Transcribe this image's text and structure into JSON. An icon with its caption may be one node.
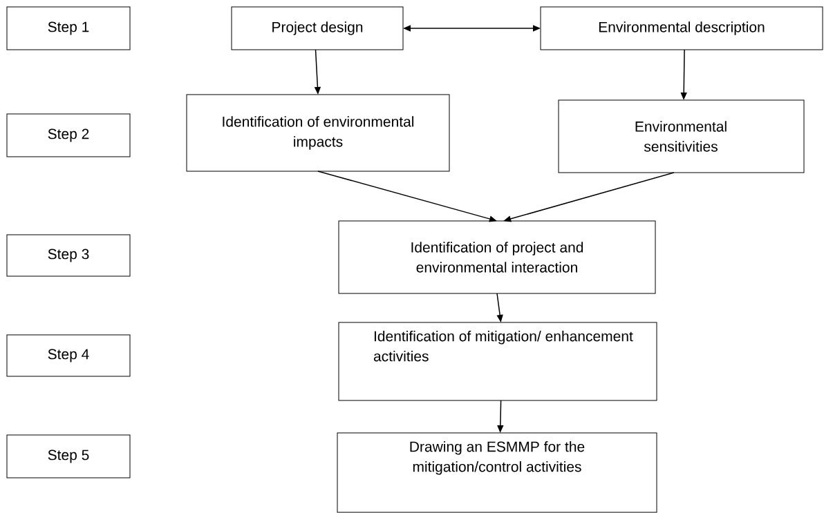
{
  "diagram": {
    "nodes": [
      {
        "text": [
          "Step 1"
        ]
      },
      {
        "text": [
          "Project design"
        ]
      },
      {
        "text": [
          "Environmental description"
        ]
      },
      {
        "text": [
          "Step 2"
        ]
      },
      {
        "text": [
          "Identification of environmental impacts"
        ]
      },
      {
        "text": [
          "Environmental sensitivities"
        ]
      },
      {
        "text": [
          "Step 3"
        ]
      },
      {
        "text": [
          "Identification of project and environmental interaction"
        ]
      },
      {
        "text": [
          "Step 4"
        ]
      },
      {
        "text": [
          "Identification of mitigation/ enhancement activities"
        ]
      },
      {
        "text": [
          "Step 5"
        ]
      },
      {
        "text": [
          "Drawing an ESMMP for the mitigation/control activities"
        ]
      }
    ],
    "edges": [
      {
        "from": 1,
        "to": 2,
        "arrow": "both"
      },
      {
        "from": 1,
        "to": 4,
        "arrow": "to"
      },
      {
        "from": 2,
        "to": 5,
        "arrow": "to"
      },
      {
        "from": 4,
        "to": 7,
        "arrow": "to"
      },
      {
        "from": 5,
        "to": 7,
        "arrow": "to"
      },
      {
        "from": 7,
        "to": 9,
        "arrow": "to"
      },
      {
        "from": 9,
        "to": 11,
        "arrow": "to"
      }
    ]
  }
}
